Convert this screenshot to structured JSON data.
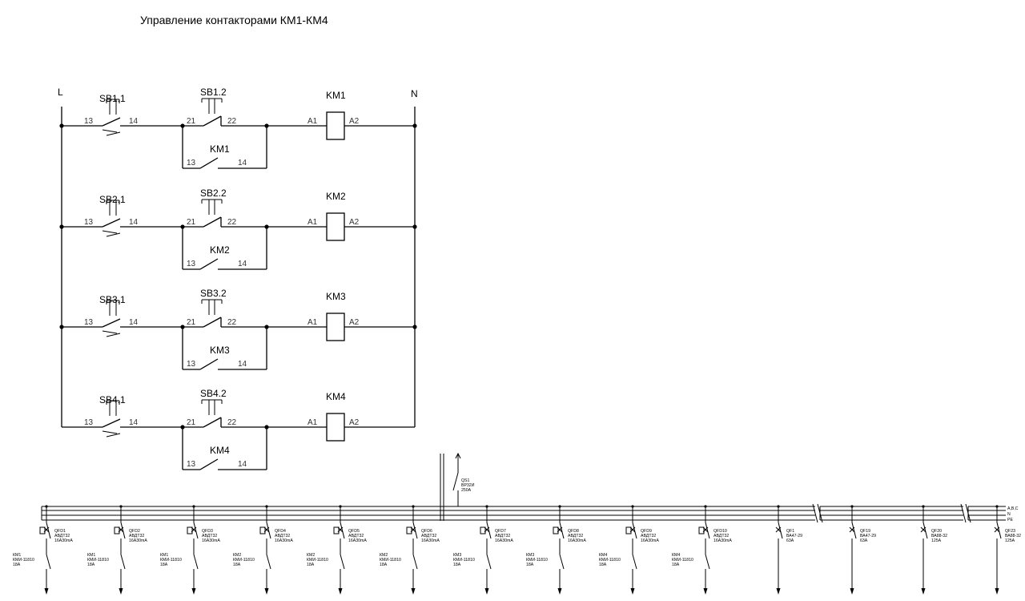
{
  "title": "Управление контакторами КМ1-КМ4",
  "rail_left": "L",
  "rail_right": "N",
  "rungs": [
    {
      "start_button": "SB1.1",
      "stop_button": "SB1.2",
      "contactor": "KM1",
      "aux_contact": "KM1",
      "pins": {
        "start_in": "13",
        "start_out": "14",
        "stop_in": "21",
        "stop_out": "22",
        "coil_in": "A1",
        "coil_out": "A2",
        "aux_in": "13",
        "aux_out": "14"
      }
    },
    {
      "start_button": "SB2.1",
      "stop_button": "SB2.2",
      "contactor": "KM2",
      "aux_contact": "KM2",
      "pins": {
        "start_in": "13",
        "start_out": "14",
        "stop_in": "21",
        "stop_out": "22",
        "coil_in": "A1",
        "coil_out": "A2",
        "aux_in": "13",
        "aux_out": "14"
      }
    },
    {
      "start_button": "SB3.1",
      "stop_button": "SB3.2",
      "contactor": "KM3",
      "aux_contact": "KM3",
      "pins": {
        "start_in": "13",
        "start_out": "14",
        "stop_in": "21",
        "stop_out": "22",
        "coil_in": "A1",
        "coil_out": "A2",
        "aux_in": "13",
        "aux_out": "14"
      }
    },
    {
      "start_button": "SB4.1",
      "stop_button": "SB4.2",
      "contactor": "KM4",
      "aux_contact": "KM4",
      "pins": {
        "start_in": "13",
        "start_out": "14",
        "stop_in": "21",
        "stop_out": "22",
        "coil_in": "A1",
        "coil_out": "A2",
        "aux_in": "13",
        "aux_out": "14"
      }
    }
  ],
  "main_switch": {
    "name": "QS1",
    "type": "ВР32И",
    "rating": "250А"
  },
  "busbar_labels": [
    "A,B,C",
    "N",
    "PE"
  ],
  "feeders": [
    {
      "breaker": "QFD1",
      "breaker_type": "АВДТ32",
      "breaker_rating": "16А30mА",
      "contactor": "КМ1",
      "contactor_type": "КМИ-11810",
      "contactor_rating": "18А"
    },
    {
      "breaker": "QFD2",
      "breaker_type": "АВДТ32",
      "breaker_rating": "16А30mА",
      "contactor": "КМ1",
      "contactor_type": "КМИ-11810",
      "contactor_rating": "18А"
    },
    {
      "breaker": "QFD3",
      "breaker_type": "АВДТ32",
      "breaker_rating": "16А30mА",
      "contactor": "КМ1",
      "contactor_type": "КМИ-11810",
      "contactor_rating": "18А"
    },
    {
      "breaker": "QFD4",
      "breaker_type": "АВДТ32",
      "breaker_rating": "16А30mА",
      "contactor": "КМ2",
      "contactor_type": "КМИ-11810",
      "contactor_rating": "18А"
    },
    {
      "breaker": "QFD5",
      "breaker_type": "АВДТ32",
      "breaker_rating": "16А30mА",
      "contactor": "КМ2",
      "contactor_type": "КМИ-11810",
      "contactor_rating": "18А"
    },
    {
      "breaker": "QFD6",
      "breaker_type": "АВДТ32",
      "breaker_rating": "16А30mА",
      "contactor": "КМ2",
      "contactor_type": "КМИ-11810",
      "contactor_rating": "18А"
    },
    {
      "breaker": "QFD7",
      "breaker_type": "АВДТ32",
      "breaker_rating": "16А30mА",
      "contactor": "КМ3",
      "contactor_type": "КМИ-11810",
      "contactor_rating": "18А"
    },
    {
      "breaker": "QFD8",
      "breaker_type": "АВДТ32",
      "breaker_rating": "16А30mА",
      "contactor": "КМ3",
      "contactor_type": "КМИ-11810",
      "contactor_rating": "18А"
    },
    {
      "breaker": "QFD9",
      "breaker_type": "АВДТ32",
      "breaker_rating": "16А30mА",
      "contactor": "КМ4",
      "contactor_type": "КМИ-11810",
      "contactor_rating": "18А"
    },
    {
      "breaker": "QFD10",
      "breaker_type": "АВДТ32",
      "breaker_rating": "16А30mА",
      "contactor": "КМ4",
      "contactor_type": "КМИ-11810",
      "contactor_rating": "18А"
    },
    {
      "breaker": "QF1",
      "breaker_type": "ВА47-29",
      "breaker_rating": "63А"
    },
    {
      "breaker": "QF19",
      "breaker_type": "ВА47-29",
      "breaker_rating": "63А"
    },
    {
      "breaker": "QF20",
      "breaker_type": "ВА88-32",
      "breaker_rating": "125А"
    },
    {
      "breaker": "QF23",
      "breaker_type": "ВА88-32",
      "breaker_rating": "125А"
    }
  ]
}
